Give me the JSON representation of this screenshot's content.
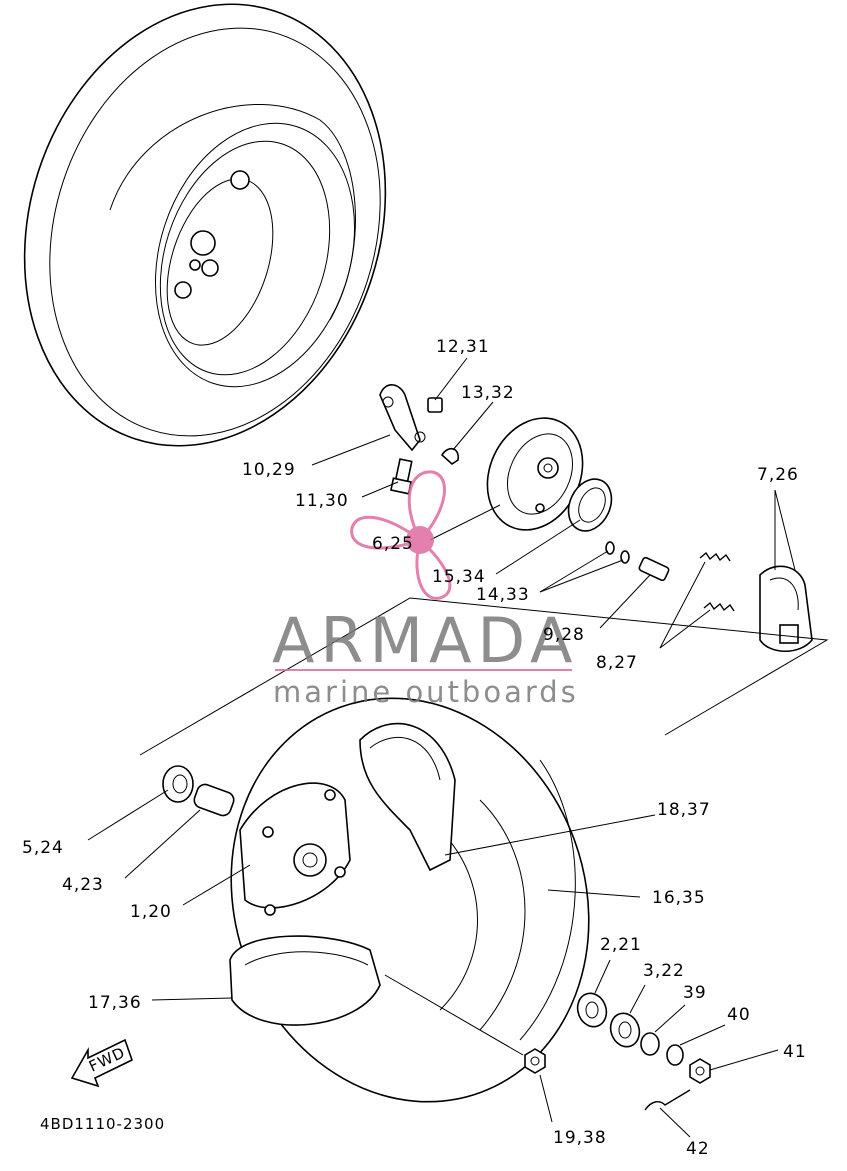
{
  "diagram_code": "4BD1110-2300",
  "fwd_arrow": "FWD",
  "watermark": {
    "brand": "ARMADA",
    "subtitle": "marine outboards",
    "logo_color": "#e06aa0"
  },
  "callouts": [
    {
      "id": "c-12-31",
      "label": "12,31"
    },
    {
      "id": "c-13-32",
      "label": "13,32"
    },
    {
      "id": "c-10-29",
      "label": "10,29"
    },
    {
      "id": "c-11-30",
      "label": "11,30"
    },
    {
      "id": "c-6-25",
      "label": "6,25"
    },
    {
      "id": "c-15-34",
      "label": "15,34"
    },
    {
      "id": "c-14-33",
      "label": "14,33"
    },
    {
      "id": "c-9-28",
      "label": "9,28"
    },
    {
      "id": "c-8-27",
      "label": "8,27"
    },
    {
      "id": "c-7-26",
      "label": "7,26"
    },
    {
      "id": "c-18-37",
      "label": "18,37"
    },
    {
      "id": "c-16-35",
      "label": "16,35"
    },
    {
      "id": "c-5-24",
      "label": "5,24"
    },
    {
      "id": "c-4-23",
      "label": "4,23"
    },
    {
      "id": "c-1-20",
      "label": "1,20"
    },
    {
      "id": "c-2-21",
      "label": "2,21"
    },
    {
      "id": "c-3-22",
      "label": "3,22"
    },
    {
      "id": "c-39",
      "label": "39"
    },
    {
      "id": "c-40",
      "label": "40"
    },
    {
      "id": "c-41",
      "label": "41"
    },
    {
      "id": "c-17-36",
      "label": "17,36"
    },
    {
      "id": "c-19-38",
      "label": "19,38"
    },
    {
      "id": "c-42",
      "label": "42"
    }
  ]
}
